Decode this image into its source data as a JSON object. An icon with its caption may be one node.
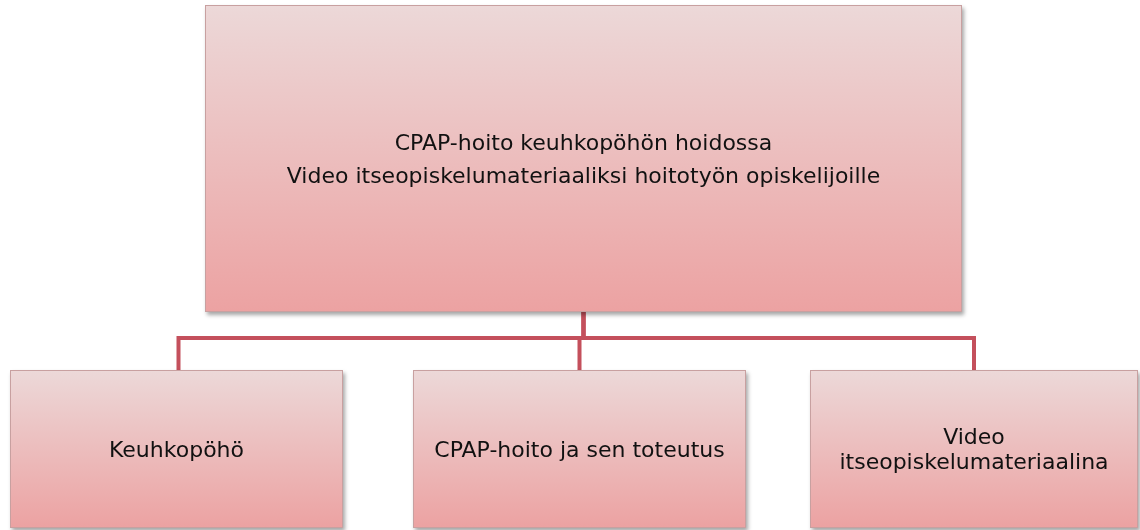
{
  "diagram": {
    "nodes": [
      {
        "text": [
          "CPAP-hoito keuhkopöhön hoidossa",
          "Video itseopiskelumateriaaliksi hoitotyön opiskelijoille"
        ]
      },
      {
        "text": [
          "Keuhkopöhö"
        ]
      },
      {
        "text": [
          "CPAP-hoito ja sen toteutus"
        ]
      },
      {
        "text": [
          "Video itseopiskelumateriaalina"
        ]
      }
    ],
    "edges": [
      {
        "from": 0,
        "to": 1,
        "arrow": "none"
      },
      {
        "from": 0,
        "to": 2,
        "arrow": "none"
      },
      {
        "from": 0,
        "to": 3,
        "arrow": "none"
      }
    ]
  }
}
